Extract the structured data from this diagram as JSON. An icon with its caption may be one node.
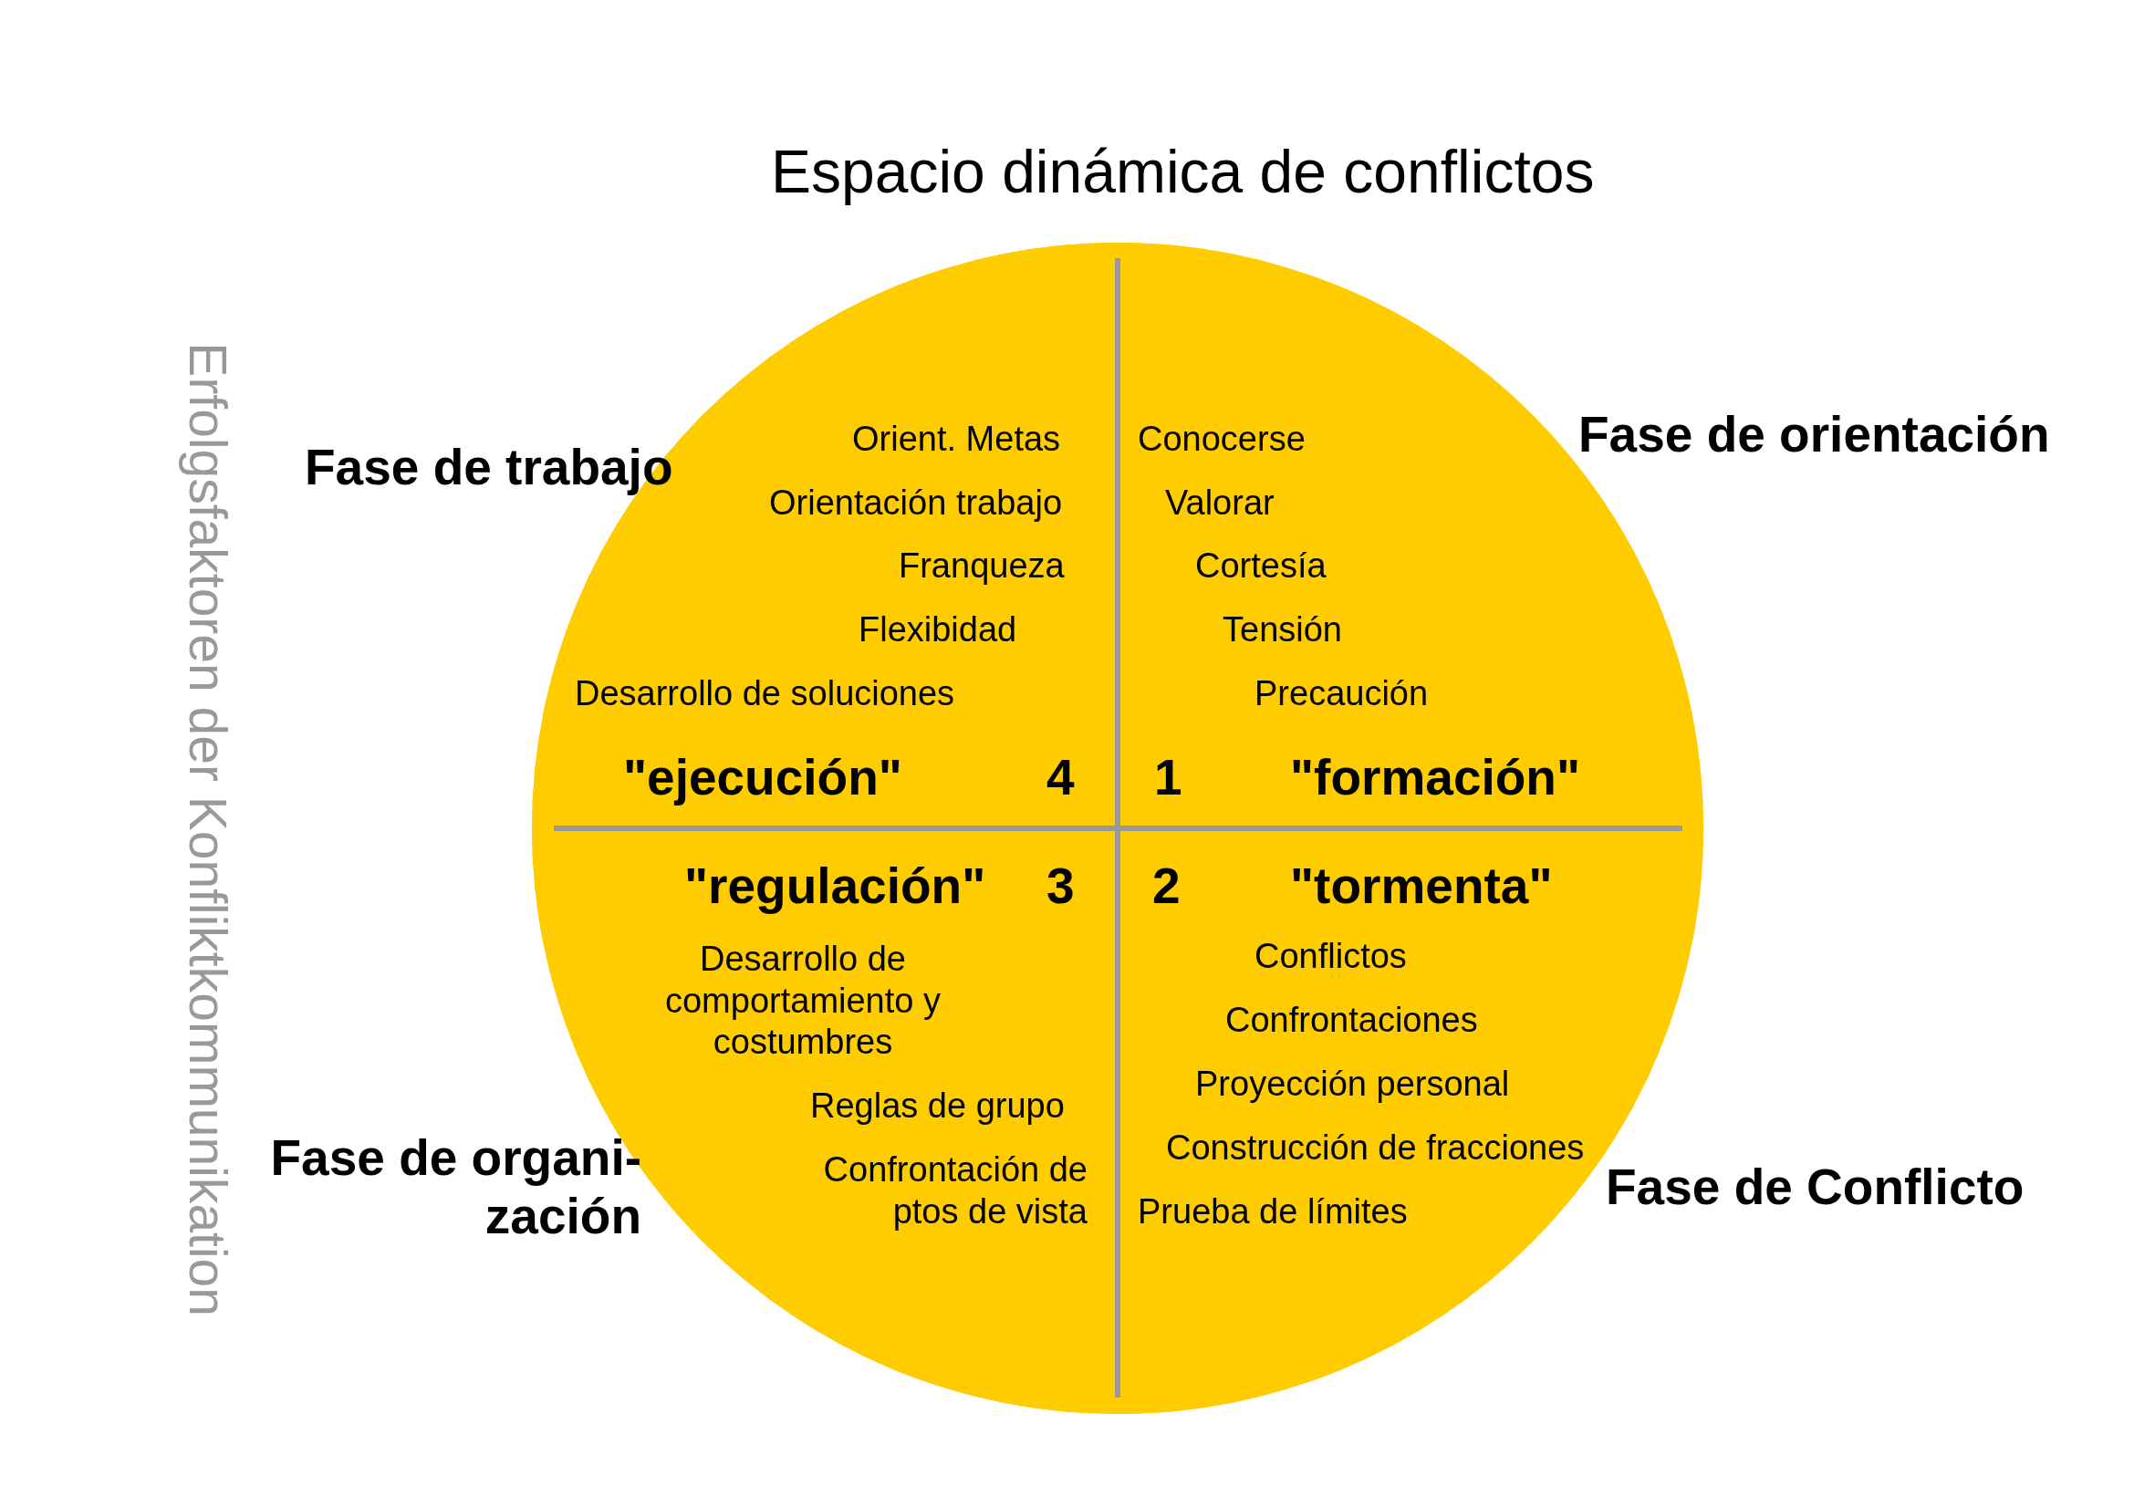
{
  "diagram": {
    "title": "Espacio dinámica de conflictos",
    "nodes": [
      {
        "text": [],
        "shape": "circle"
      },
      {
        "text": [
          "Orient. Metas",
          "Orientación trabajo",
          "Franqueza",
          "Flexibidad",
          "Desarrollo de soluciones",
          "\"ejecución\"",
          "4"
        ],
        "in": 0,
        "beside": [
          "Fase de trabajo"
        ]
      },
      {
        "text": [
          "Conocerse",
          "Valorar",
          "Cortesía",
          "Tensión",
          "Precaución",
          "1",
          "\"formación\""
        ],
        "in": 0,
        "beside": [
          "Fase de orientación"
        ]
      },
      {
        "text": [
          "\"regulación\"",
          "3",
          "Desarrollo de comportamiento y costumbres",
          "Reglas de grupo",
          "Confrontación de ptos de vista"
        ],
        "in": 0,
        "beside": [
          "Fase de organi- zación"
        ]
      },
      {
        "text": [
          "2",
          "\"tormenta\"",
          "Conflictos",
          "Confrontaciones",
          "Proyección personal",
          "Construcción de fracciones",
          "Prueba de límites"
        ],
        "in": 0,
        "beside": [
          "Fase de Conflicto"
        ]
      }
    ],
    "labels": [
      "Erfolgsfaktoren der Konfliktkommunikation"
    ]
  }
}
